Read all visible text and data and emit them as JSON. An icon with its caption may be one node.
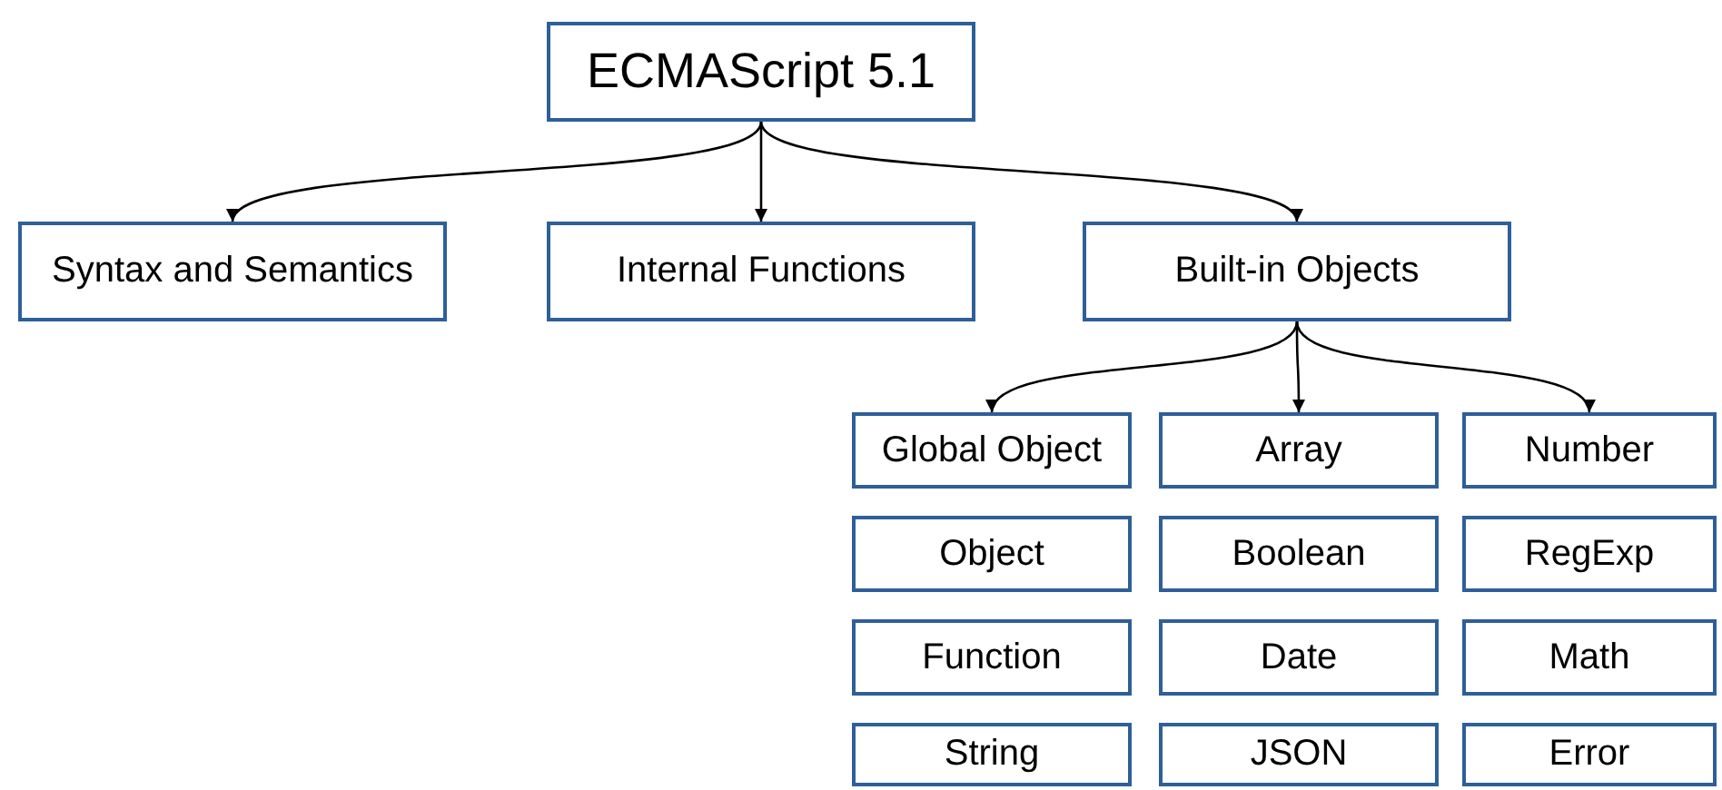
{
  "diagram": {
    "nodes": [
      {
        "text": [
          "ECMAScript 5.1"
        ]
      },
      {
        "text": [
          "Syntax and Semantics"
        ]
      },
      {
        "text": [
          "Internal Functions"
        ]
      },
      {
        "text": [
          "Built-in Objects"
        ]
      },
      {
        "text": [
          "Global Object"
        ]
      },
      {
        "text": [
          "Array"
        ]
      },
      {
        "text": [
          "Number"
        ]
      },
      {
        "text": [
          "Object"
        ]
      },
      {
        "text": [
          "Boolean"
        ]
      },
      {
        "text": [
          "RegExp"
        ]
      },
      {
        "text": [
          "Function"
        ]
      },
      {
        "text": [
          "Date"
        ]
      },
      {
        "text": [
          "Math"
        ]
      },
      {
        "text": [
          "String"
        ]
      },
      {
        "text": [
          "JSON"
        ]
      },
      {
        "text": [
          "Error"
        ]
      }
    ],
    "edges": [
      {
        "from": 0,
        "to": 1,
        "arrow": "to"
      },
      {
        "from": 0,
        "to": 2,
        "arrow": "to"
      },
      {
        "from": 0,
        "to": 3,
        "arrow": "to"
      },
      {
        "from": 3,
        "to": 4,
        "arrow": "to"
      },
      {
        "from": 3,
        "to": 5,
        "arrow": "to"
      },
      {
        "from": 3,
        "to": 6,
        "arrow": "to"
      }
    ]
  }
}
